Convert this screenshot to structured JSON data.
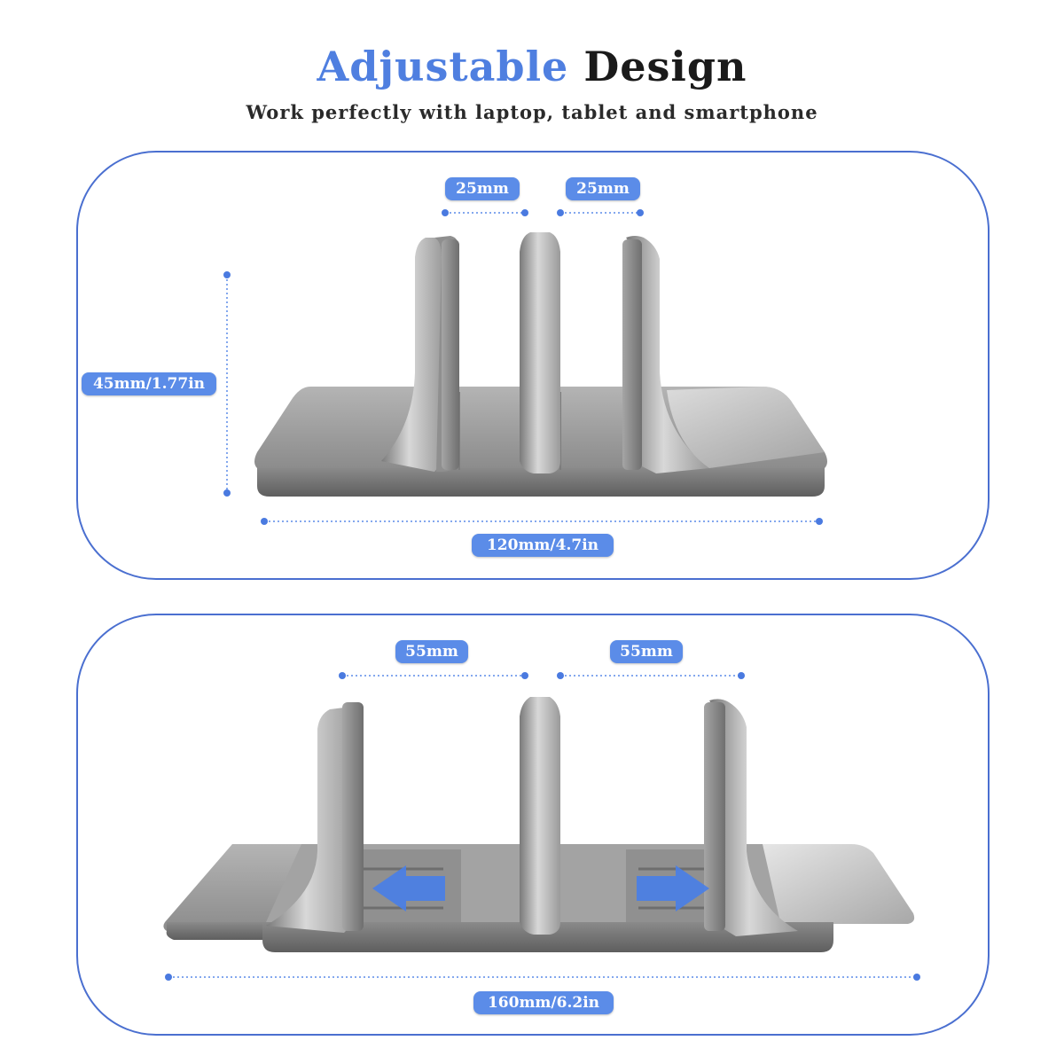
{
  "header": {
    "title_accent": "Adjustable",
    "title_plain": "Design",
    "subtitle": "Work perfectly with laptop, tablet and smartphone"
  },
  "top_panel": {
    "slot_width_left": "25mm",
    "slot_width_right": "25mm",
    "height": "45mm/1.77in",
    "base_length": "120mm/4.7in"
  },
  "bottom_panel": {
    "slot_width_left": "55mm",
    "slot_width_right": "55mm",
    "base_length": "160mm/6.2in"
  },
  "colors": {
    "accent": "#4f7fe0",
    "panel_border": "#4a6fd0",
    "label_bg": "#5b8ce8",
    "metal": "#9a9a9a",
    "arrow": "#4a7fe6"
  }
}
